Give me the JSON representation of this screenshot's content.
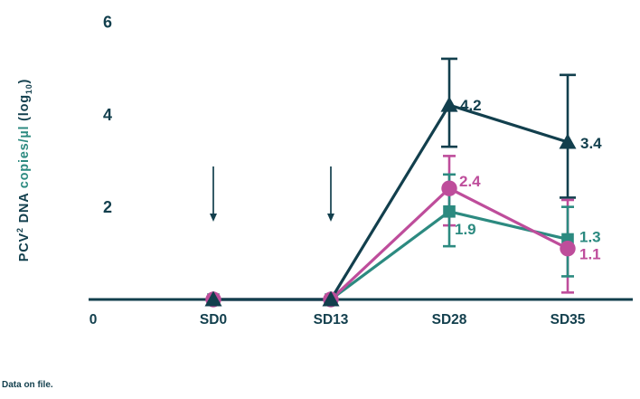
{
  "page": {
    "background": "#ffffff"
  },
  "colors": {
    "dark": "#123F4D",
    "pink": "#BE4D9B",
    "teal": "#2C8A80"
  },
  "footer": {
    "note": "Data on file."
  },
  "chart_data": {
    "type": "line",
    "title": "",
    "ylabel": "PCV2 DNA copies/µl (log10)",
    "ylabel_segments": [
      {
        "text": "PCV",
        "color_key": "dark"
      },
      {
        "text": "2",
        "color_key": "dark",
        "sup": true
      },
      {
        "text": " DNA ",
        "color_key": "dark"
      },
      {
        "text": "copies/µl",
        "color_key": "teal"
      },
      {
        "text": " (log",
        "color_key": "dark"
      },
      {
        "text": "10",
        "color_key": "dark",
        "sub": true
      },
      {
        "text": ")",
        "color_key": "dark"
      }
    ],
    "xlabel": "",
    "origin_label": "0",
    "categories": [
      "SD0",
      "SD13",
      "SD28",
      "SD35"
    ],
    "yticks": [
      2,
      4,
      6
    ],
    "ylim": [
      0,
      6
    ],
    "grid": false,
    "legend": "none",
    "series": [
      {
        "name": "triangle-series",
        "marker": "triangle",
        "color_key": "dark",
        "values": [
          0,
          0,
          4.2,
          3.4
        ],
        "error_low": [
          null,
          null,
          3.3,
          2.2
        ],
        "error_high": [
          null,
          null,
          5.2,
          4.85
        ],
        "point_labels": [
          "",
          "",
          "4.2",
          "3.4"
        ]
      },
      {
        "name": "circle-series",
        "marker": "circle",
        "color_key": "pink",
        "values": [
          0,
          0,
          2.4,
          1.1
        ],
        "error_low": [
          null,
          null,
          1.6,
          0.15
        ],
        "error_high": [
          null,
          null,
          3.1,
          2.15
        ],
        "point_labels": [
          "",
          "",
          "2.4",
          "1.1"
        ]
      },
      {
        "name": "square-series",
        "marker": "square",
        "color_key": "teal",
        "values": [
          0,
          0,
          1.9,
          1.3
        ],
        "error_low": [
          null,
          null,
          1.15,
          0.5
        ],
        "error_high": [
          null,
          null,
          2.7,
          2.0
        ],
        "point_labels": [
          "",
          "",
          "1.9",
          "1.3"
        ]
      }
    ],
    "annotations": {
      "vaccination_arrows": [
        "SD0",
        "SD13"
      ]
    }
  }
}
